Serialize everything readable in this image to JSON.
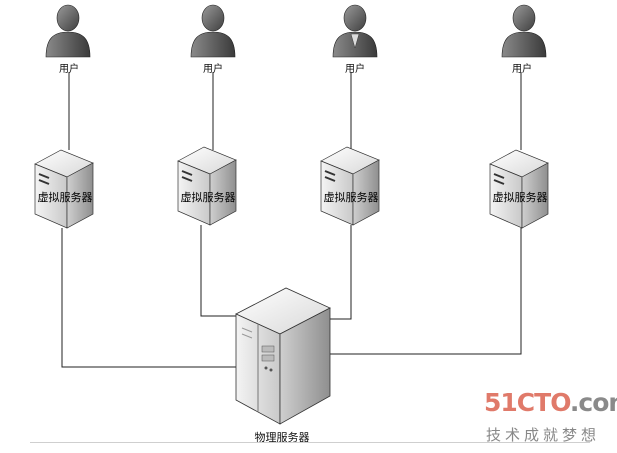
{
  "users": [
    {
      "label": "用户"
    },
    {
      "label": "用户"
    },
    {
      "label": "用户"
    },
    {
      "label": "用户"
    }
  ],
  "virtual_servers": [
    {
      "label": "虚拟服务器"
    },
    {
      "label": "虚拟服务器"
    },
    {
      "label": "虚拟服务器"
    },
    {
      "label": "虚拟服务器"
    }
  ],
  "physical_server": {
    "label": "物理服务器"
  },
  "watermark": {
    "brand": "51CTO",
    "suffix": ".com",
    "slogan": "技术成就梦想"
  },
  "colors": {
    "icon_dark": "#5a5a5a",
    "icon_light": "#bdbdbd",
    "line": "#222222",
    "watermark_red": "#e07a6a",
    "watermark_grey": "#8a8a8a"
  }
}
